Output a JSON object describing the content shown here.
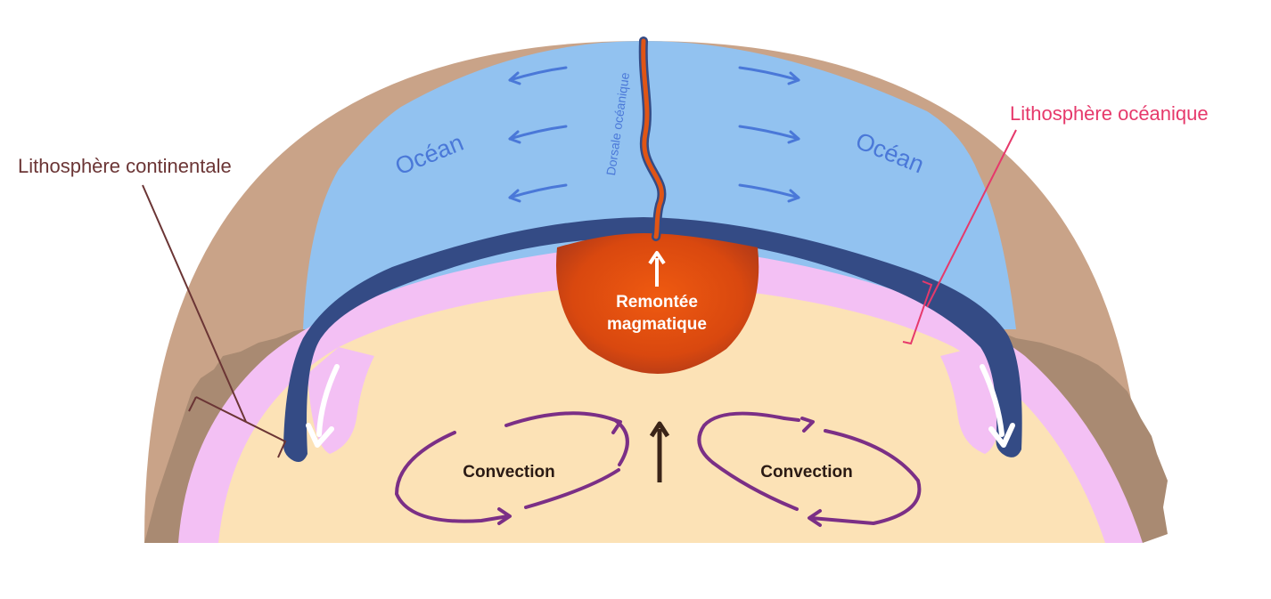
{
  "labels": {
    "continental_lithosphere": "Lithosphère continentale",
    "oceanic_lithosphere": "Lithosphère océanique",
    "ocean_left": "Océan",
    "ocean_right": "Océan",
    "ridge": "Dorsale océanique",
    "magma_line1": "Remontée",
    "magma_line2": "magmatique",
    "convection_left": "Convection",
    "convection_right": "Convection"
  },
  "colors": {
    "continental_crust": "#c9a388",
    "continental_root": "#a98a72",
    "ocean": "#92c2f0",
    "oceanic_lithosphere": "#344b85",
    "asthenosphere": "#f3c0f4",
    "mantle": "#fce2b6",
    "magma": "#e05515",
    "magma_edge": "#b23a18",
    "convection_arrows": "#7b2f86",
    "ocean_arrows": "#4a78d8",
    "continental_label": "#6b3535",
    "oceanic_label": "#e6396b",
    "ocean_text": "#4a78d8",
    "dark_text": "#2a1a14"
  },
  "icons": {
    "magma_rise": "arrow-up-icon",
    "mantle_rise": "arrow-up-icon",
    "subduction": "arrow-down-icon",
    "ocean_spreading": "curved-arrow-icon",
    "convection": "cycle-arrow-icon"
  }
}
